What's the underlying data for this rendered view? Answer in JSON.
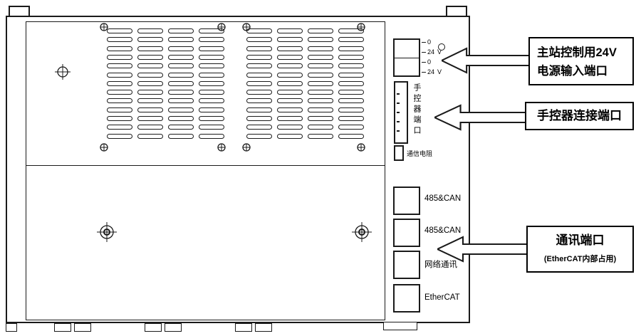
{
  "device": {
    "power_terminal": {
      "rows": [
        {
          "value": "0",
          "unit": ""
        },
        {
          "value": "24",
          "unit": "V"
        },
        {
          "value": "0",
          "unit": ""
        },
        {
          "value": "24",
          "unit": "V"
        }
      ]
    },
    "hand_controller_port_label": "手控器端口",
    "resistor_label": "通信电阻",
    "ports": [
      {
        "label": "485&CAN"
      },
      {
        "label": "485&CAN"
      },
      {
        "label": "网络通讯"
      },
      {
        "label": "EtherCAT"
      }
    ]
  },
  "callouts": [
    {
      "line1": "主站控制用24V",
      "line2": "电源输入端口"
    },
    {
      "line1": "手控器连接端口",
      "line2": ""
    },
    {
      "line1": "通讯端口",
      "line2": "(EtherCAT内部占用)"
    }
  ],
  "colors": {
    "line": "#1a1a1a",
    "background": "#ffffff"
  }
}
